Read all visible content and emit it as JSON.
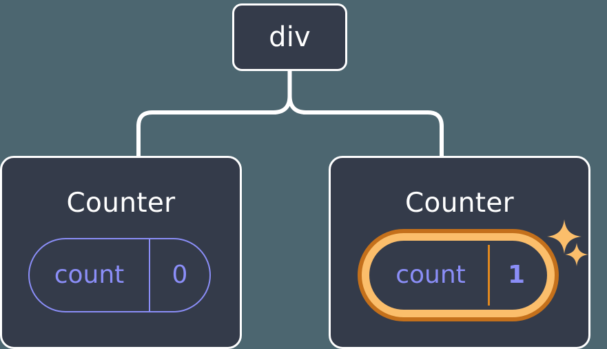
{
  "diagram": {
    "type": "component-tree",
    "background_color": "#4C6670",
    "node_fill_color": "#343B4A",
    "node_border_color": "#FFFFFF",
    "connector_color": "#FFFFFF",
    "accent_purple": "#8B8EF8",
    "accent_orange_dark": "#C4701B",
    "accent_orange_light": "#FBBE6B",
    "accent_orange_divider": "#E0881F",
    "sparkle_color": "#FBBE6B"
  },
  "root": {
    "label": "div"
  },
  "children": [
    {
      "title": "Counter",
      "state": {
        "key": "count",
        "value": "0"
      },
      "highlighted": false
    },
    {
      "title": "Counter",
      "state": {
        "key": "count",
        "value": "1"
      },
      "highlighted": true,
      "sparkles": [
        {
          "name": "sparkle-large"
        },
        {
          "name": "sparkle-small"
        }
      ]
    }
  ]
}
